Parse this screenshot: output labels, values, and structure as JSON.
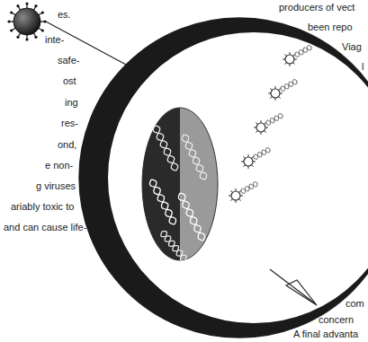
{
  "diagram": {
    "labels": [
      "es.",
      "inte-",
      "safe-",
      "ost",
      "ing",
      "res-",
      "ond,",
      "e non-",
      "g viruses",
      "ariably toxic to",
      "and can cause life-",
      "producers of vect",
      "been repo",
      "Viag",
      "l",
      "com",
      "concern",
      "A final advanta"
    ]
  }
}
